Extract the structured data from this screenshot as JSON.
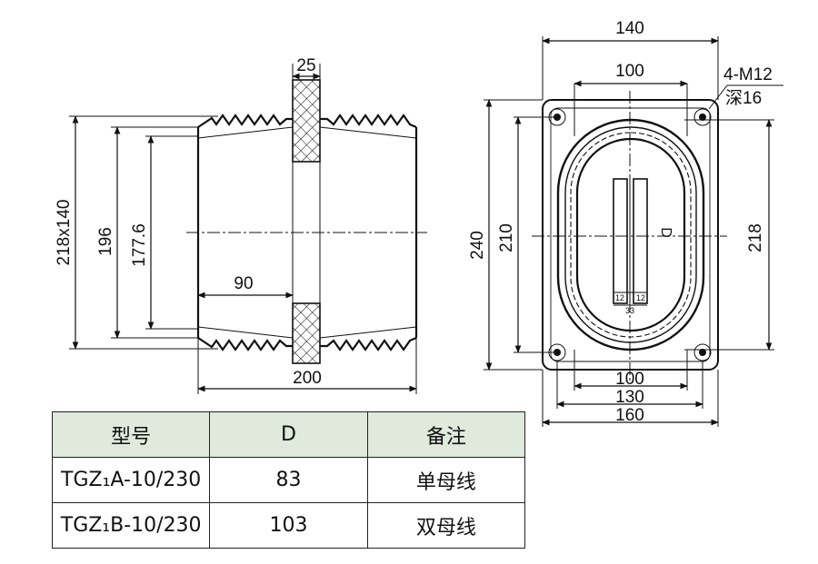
{
  "side_view": {
    "dims": {
      "flange_thickness": "25",
      "outer_size": "218x140",
      "dia_196": "196",
      "dia_177": "177.6",
      "half_len": "90",
      "total_len": "200"
    }
  },
  "front_view": {
    "dims": {
      "top_width": "140",
      "top_inner": "100",
      "thread": "4-M12",
      "depth": "深16",
      "height_240": "240",
      "height_210": "210",
      "height_218": "218",
      "bottom_100": "100",
      "bottom_130": "130",
      "bottom_160": "160",
      "slot_a": "12",
      "slot_b": "12",
      "gap": "33",
      "d_mark": "D"
    }
  },
  "table": {
    "headers": [
      "型号",
      "D",
      "备注"
    ],
    "rows": [
      [
        "TGZ₁A-10/230",
        "83",
        "单母线"
      ],
      [
        "TGZ₁B-10/230",
        "103",
        "双母线"
      ]
    ]
  }
}
